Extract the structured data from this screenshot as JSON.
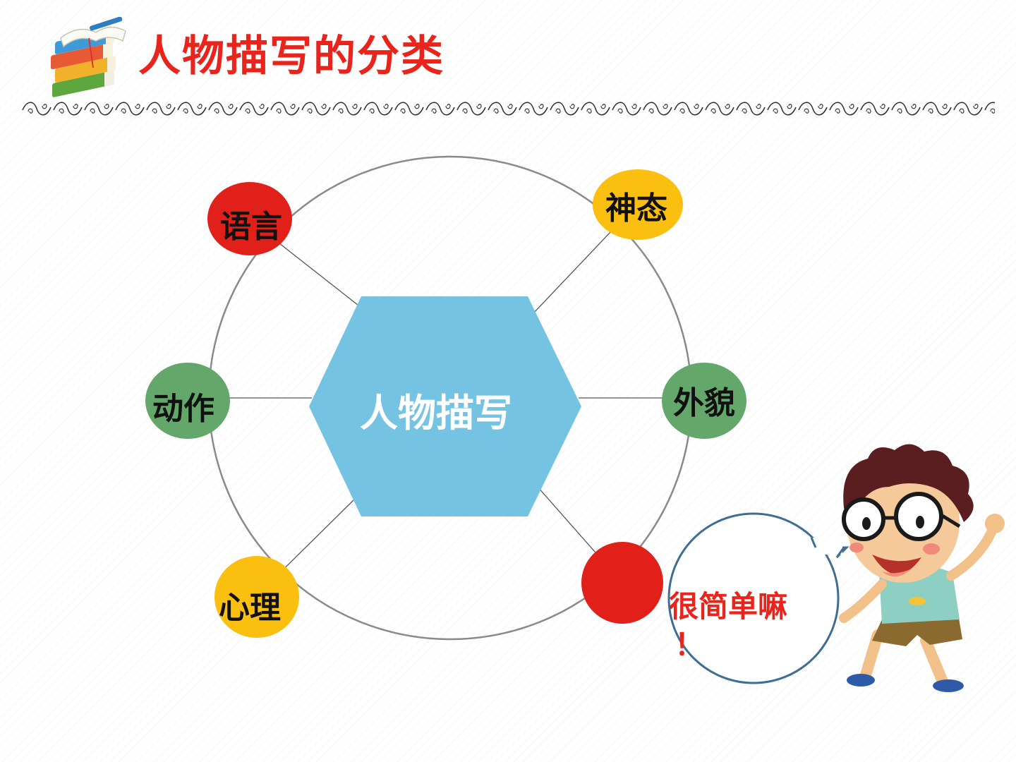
{
  "title": "人物描写的分类",
  "center": {
    "label": "人物描写",
    "color": "#74c3e3"
  },
  "nodes": [
    {
      "label": "语言",
      "color": "#e02019"
    },
    {
      "label": "神态",
      "color": "#fbbf10"
    },
    {
      "label": "动作",
      "color": "#63a86a"
    },
    {
      "label": "外貌",
      "color": "#63a86a"
    },
    {
      "label": "心理",
      "color": "#fbbf10"
    },
    {
      "label": "",
      "color": "#e02019"
    }
  ],
  "speech_bubble": {
    "line1": "很简单嘛",
    "line2": "！"
  },
  "colors": {
    "title": "#e8241c",
    "ring": "#8a8a8a",
    "bubble_border": "#3f6e95"
  },
  "icons": {
    "logo": "books-icon",
    "divider": "scroll-ornament",
    "character": "cartoon-boy-with-glasses"
  }
}
